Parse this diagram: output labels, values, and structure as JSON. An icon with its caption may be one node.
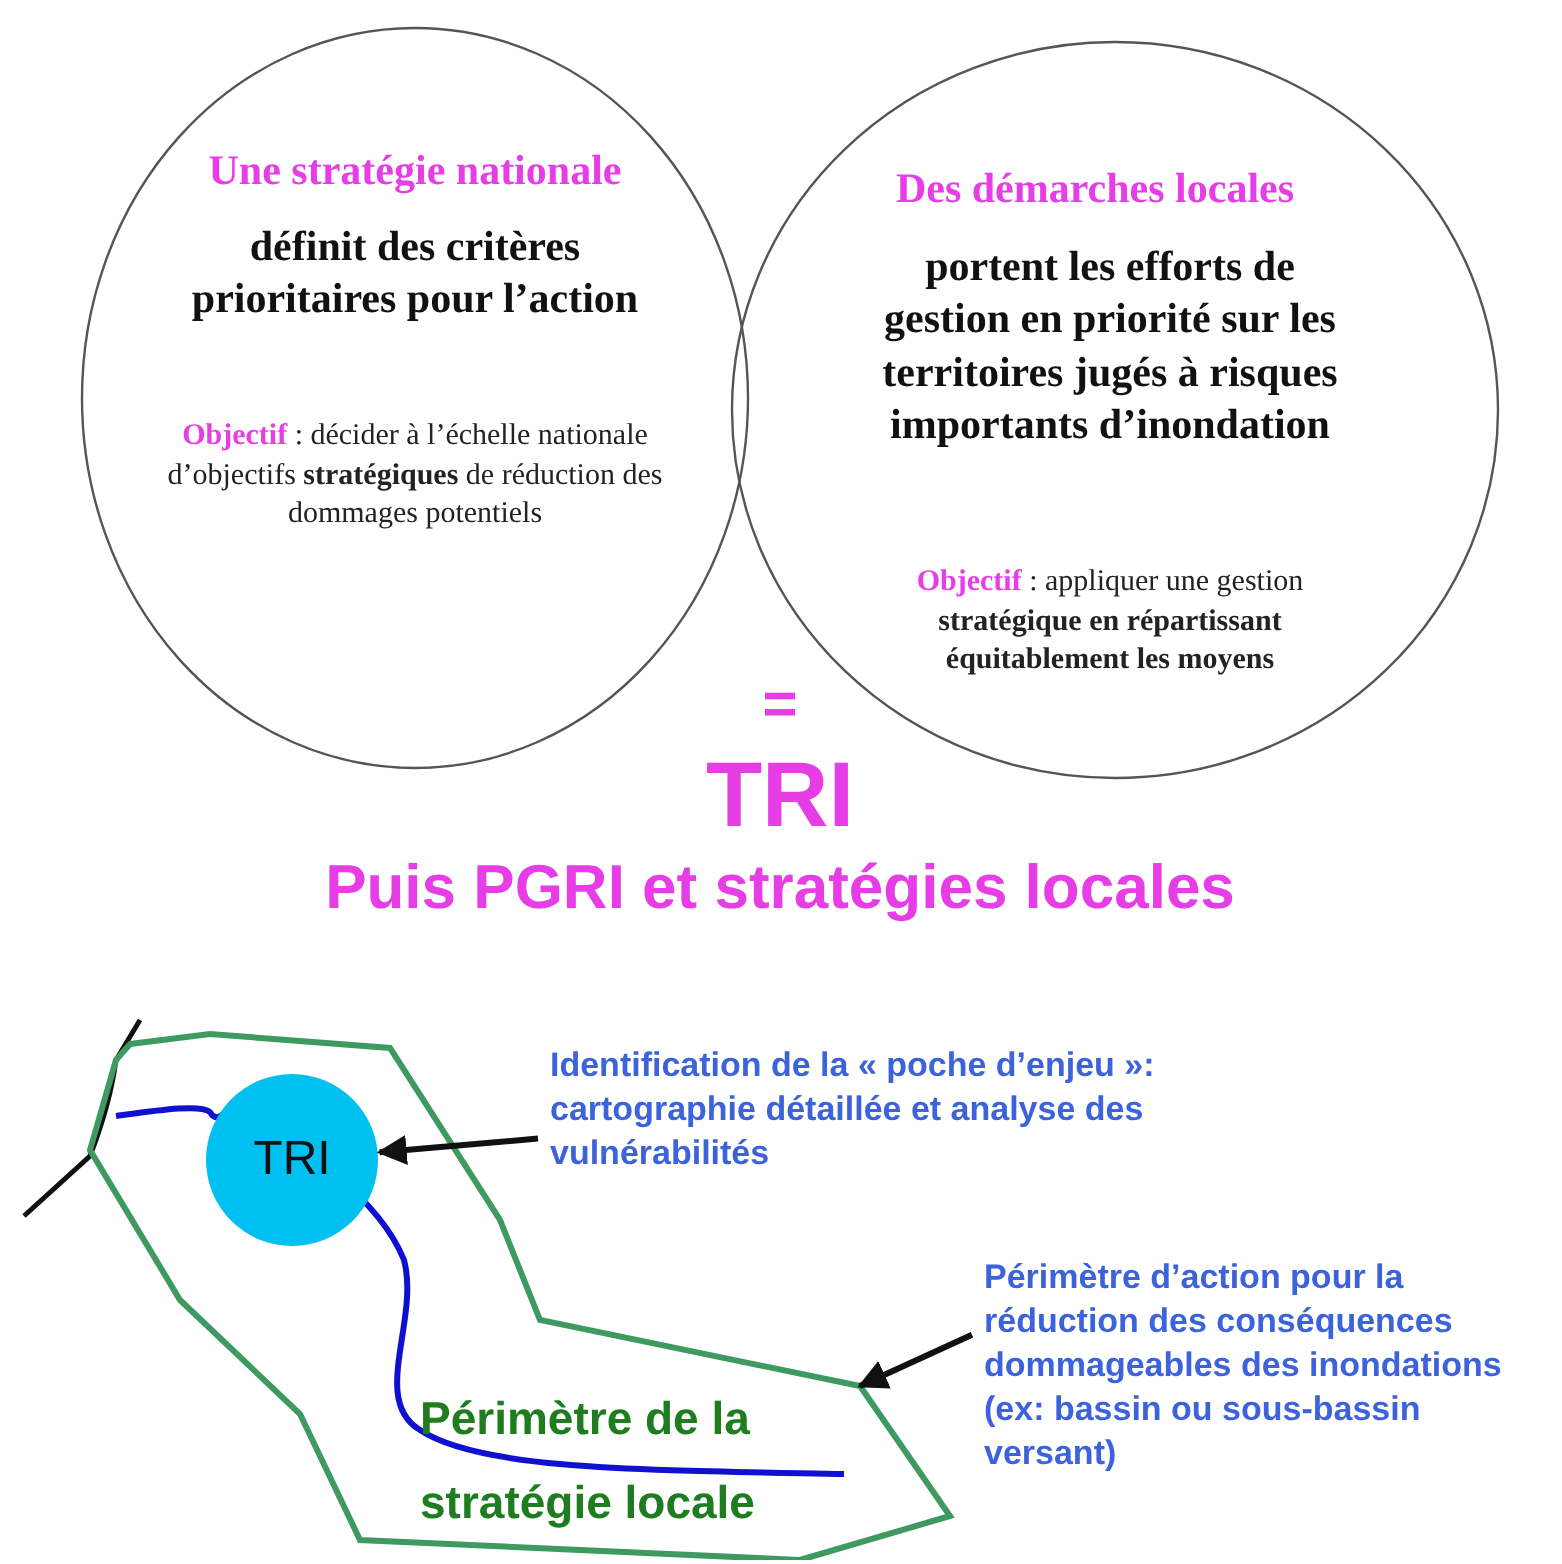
{
  "diagram": {
    "nodes": [
      {
        "text": [
          "Une stratégie nationale",
          "définit des critères prioritaires pour l’action",
          "**Objectif** : décider à l’échelle nationale d’objectifs **stratégiques** de réduction des dommages potentiels"
        ]
      },
      {
        "text": [
          "Des démarches locales",
          "portent les efforts de gestion en priorité sur les territoires jugés à risques importants d’inondation",
          "**Objectif** : appliquer une gestion **stratégique en répartissant équitablement les moyens**"
        ]
      },
      {
        "text": [
          "Périmètre de la stratégie locale"
        ]
      },
      {
        "text": [
          "TRI"
        ],
        "in": 2
      },
      {
        "text": [
          "Identification de la « poche d’enjeu »: cartographie détaillée et analyse des vulnérabilités"
        ]
      },
      {
        "text": [
          "Périmètre d’action pour la réduction des conséquences dommageables des inondations (ex: bassin ou sous-bassin versant)"
        ]
      }
    ],
    "edges": [
      {
        "from": 4,
        "to": 3,
        "arrow": "to"
      },
      {
        "from": 5,
        "to": 2,
        "arrow": "to"
      }
    ],
    "labels": [
      "=",
      "TRI",
      "Puis PGRI et stratégies locales"
    ]
  }
}
